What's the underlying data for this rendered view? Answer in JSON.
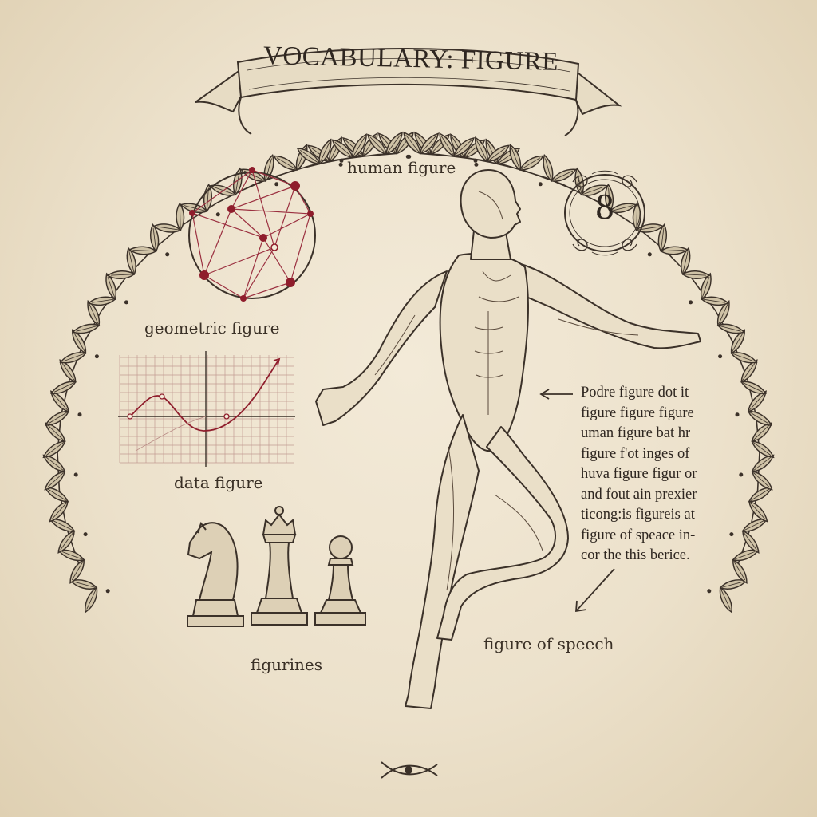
{
  "title": "VOCABULARY: FIGURE",
  "labels": {
    "human_figure": "human figure",
    "geometric_figure": "geometric figure",
    "data_figure": "data figure",
    "figurines": "figurines",
    "figure_of_speech": "figure of speech"
  },
  "badge": {
    "number": "8"
  },
  "speech_paragraph": [
    "Podre figure dot it",
    "figure figure figure",
    "uman figure bat hr",
    "figure f'ot inges of",
    "huva figure figur or",
    "and fout ain prexier",
    "ticong:is figureis at",
    "figure of speace in-",
    "cor the this berice."
  ],
  "colors": {
    "paper": "#ede3cf",
    "ink": "#3a3026",
    "accent_red": "#8f1d2c"
  },
  "icons": [
    "banner-ribbon",
    "laurel-wreath",
    "geometric-circle-network",
    "line-graph",
    "ornamental-badge",
    "anatomical-human-figure",
    "chess-knight",
    "chess-queen",
    "chess-pawn",
    "crossed-ribbon-ornament"
  ]
}
